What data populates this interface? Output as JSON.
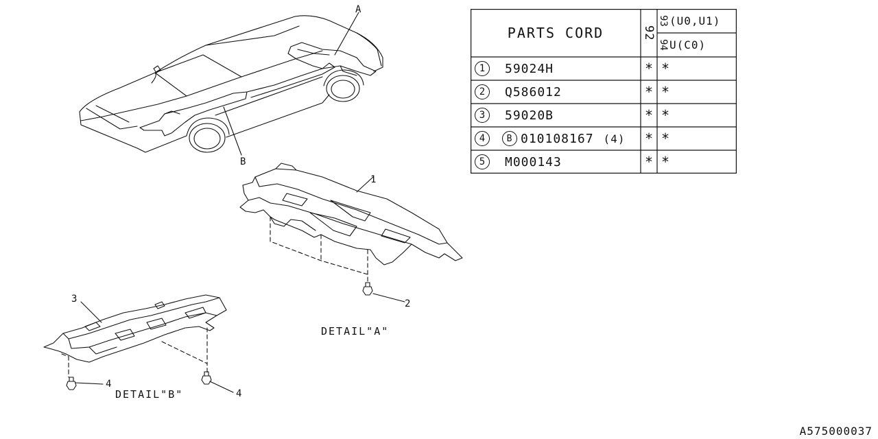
{
  "callouts": {
    "A": "A",
    "B": "B",
    "part1": "1",
    "part2": "2",
    "part3": "3",
    "part4a": "4",
    "part4b": "4"
  },
  "captions": {
    "detail_a": "DETAIL\"A\"",
    "detail_b": "DETAIL\"B\""
  },
  "table": {
    "header": "PARTS CORD",
    "year_col": "92",
    "year_top_digits": "93",
    "year_top_models": "(U0,U1)",
    "year_bottom_digits": "94",
    "year_bottom_models": "U(C0)",
    "rows": [
      {
        "num": "1",
        "code": "59024H",
        "badge": "",
        "qty": "",
        "c1": "*",
        "c2": "*"
      },
      {
        "num": "2",
        "code": "Q586012",
        "badge": "",
        "qty": "",
        "c1": "*",
        "c2": "*"
      },
      {
        "num": "3",
        "code": "59020B",
        "badge": "",
        "qty": "",
        "c1": "*",
        "c2": "*"
      },
      {
        "num": "4",
        "code": "010108167",
        "badge": "B",
        "qty": "(4)",
        "c1": "*",
        "c2": "*"
      },
      {
        "num": "5",
        "code": "M000143",
        "badge": "",
        "qty": "",
        "c1": "*",
        "c2": "*"
      }
    ]
  },
  "document_id": "A575000037"
}
